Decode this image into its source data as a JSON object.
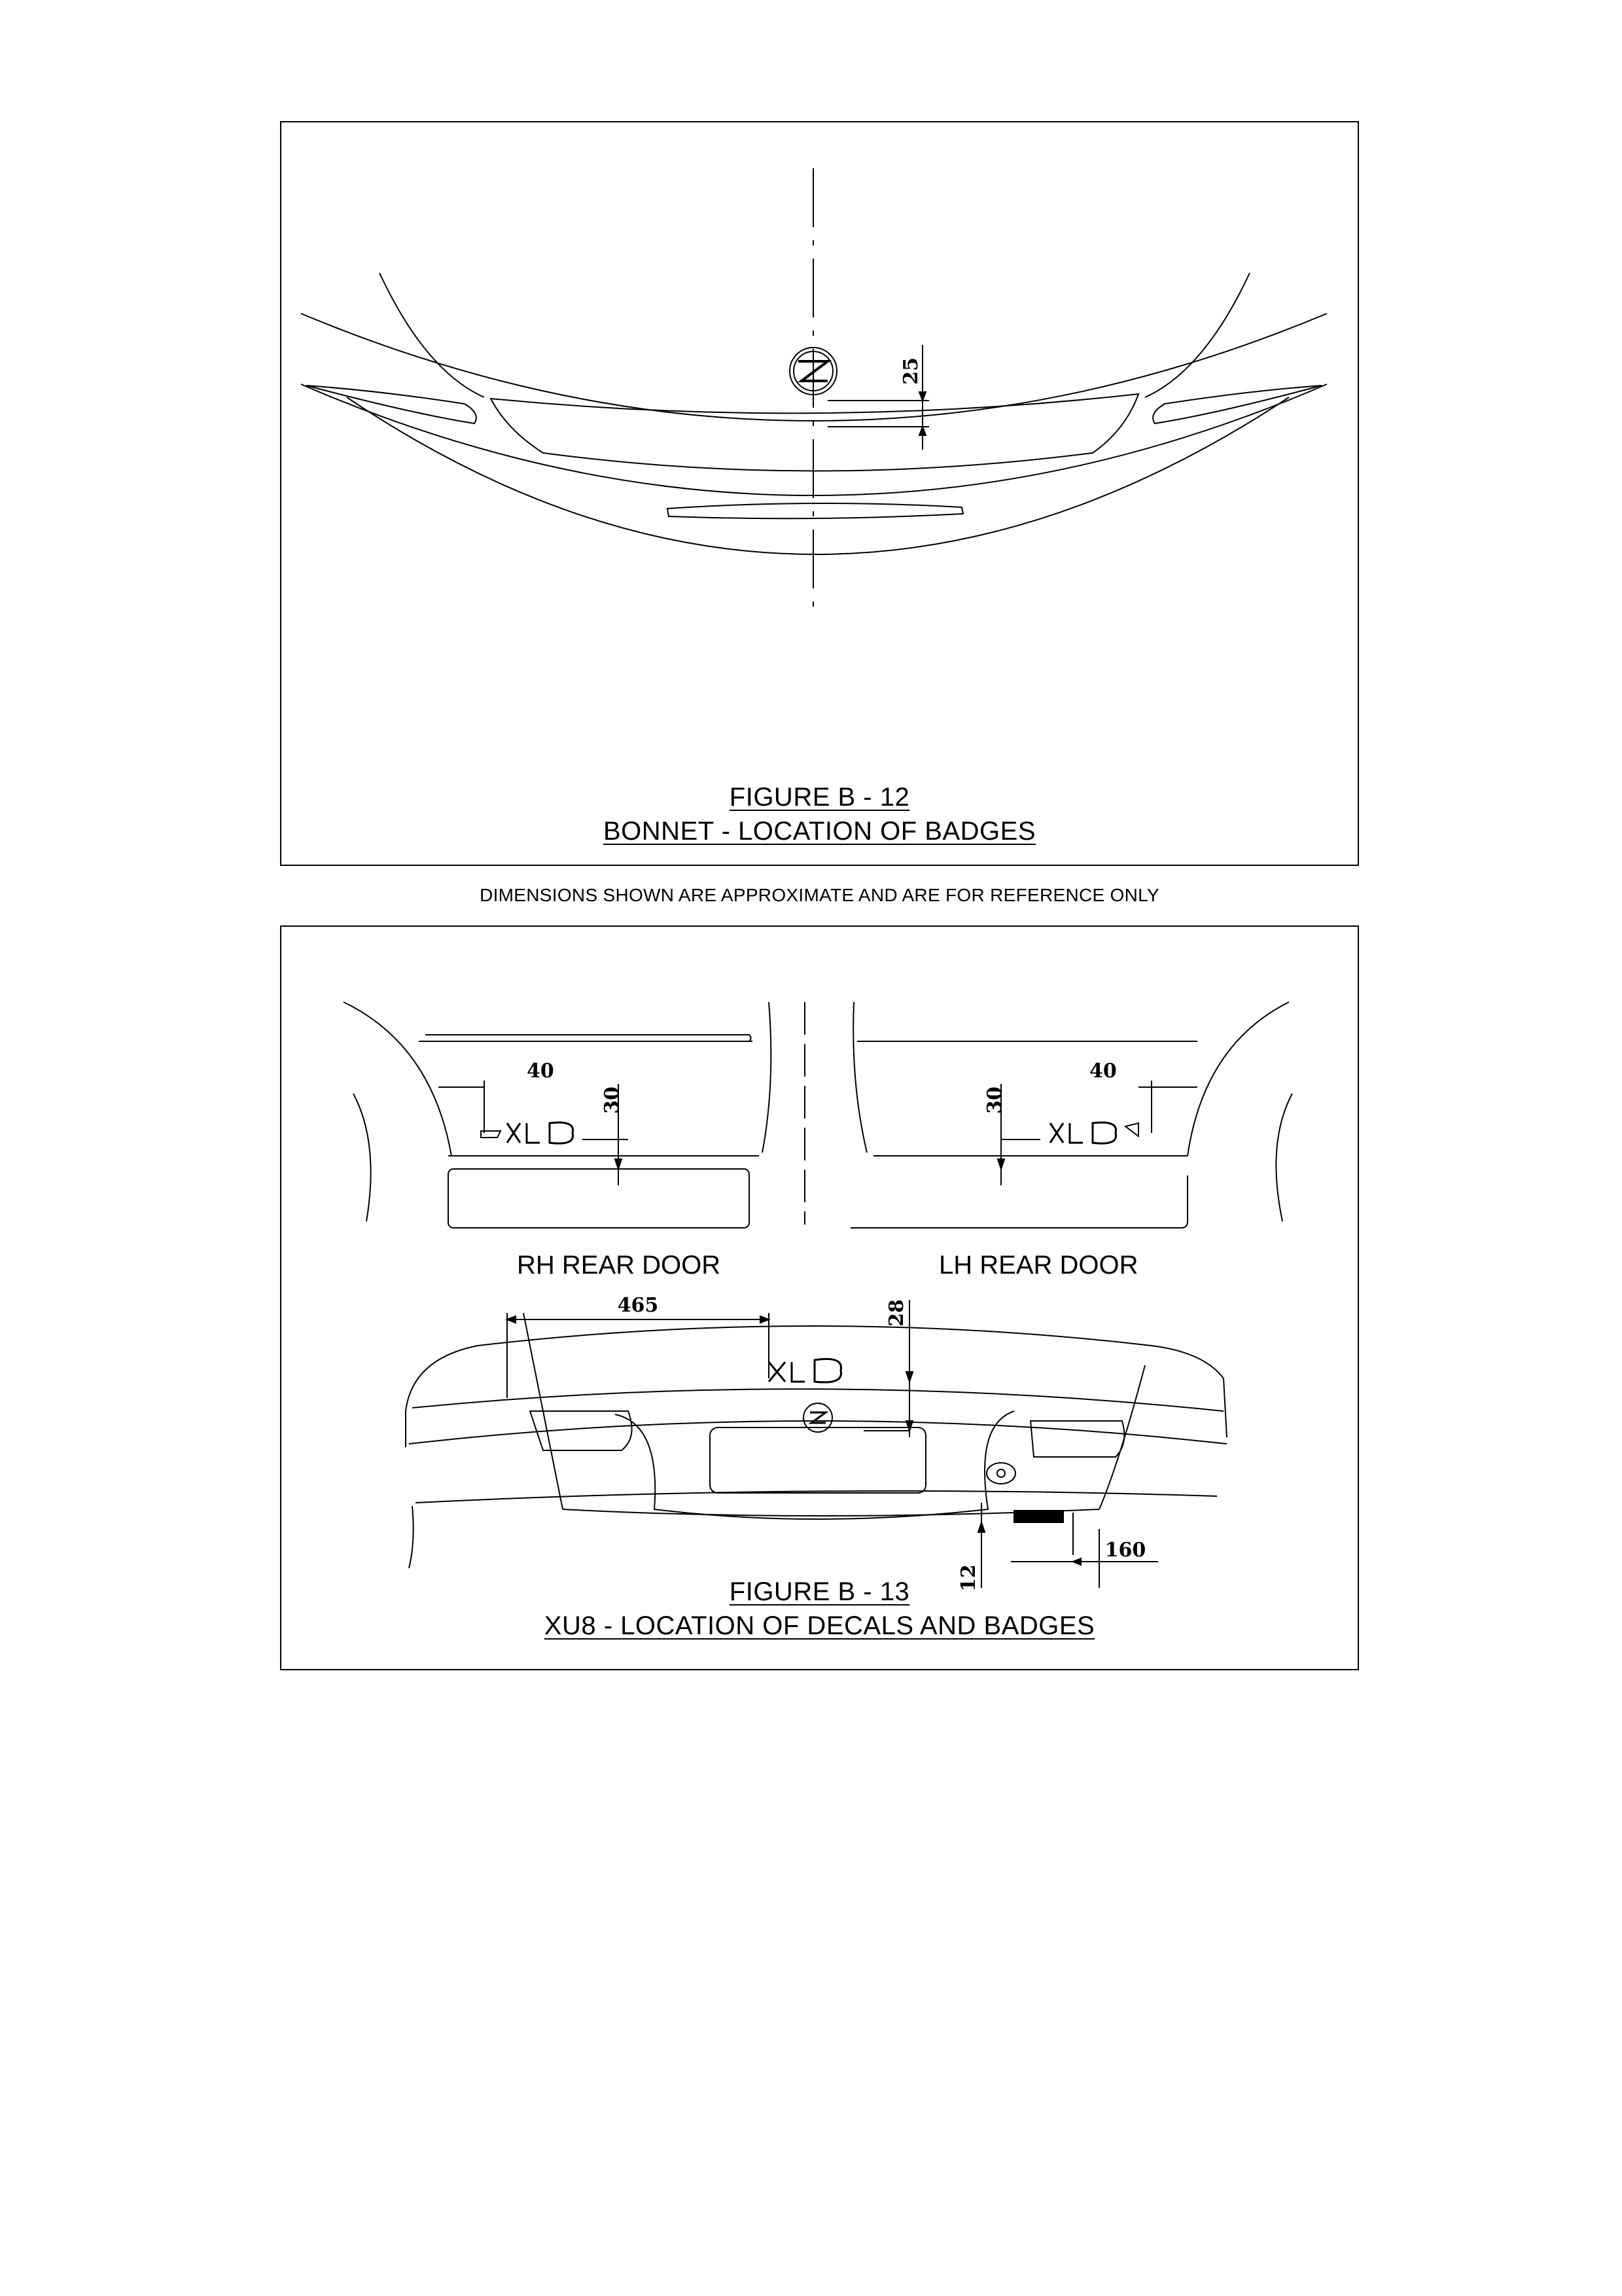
{
  "figure_b12": {
    "title": "FIGURE B - 12",
    "subtitle": "BONNET - LOCATION OF BADGES",
    "dimension": "25"
  },
  "note": "DIMENSIONS SHOWN ARE APPROXIMATE AND ARE FOR REFERENCE ONLY",
  "figure_b13": {
    "title": "FIGURE B - 13",
    "subtitle": "XU8 - LOCATION OF DECALS AND BADGES",
    "rh_door": {
      "label": "RH REAR DOOR",
      "dim_horizontal": "40",
      "dim_vertical": "30"
    },
    "lh_door": {
      "label": "LH REAR DOOR",
      "dim_horizontal": "40",
      "dim_vertical": "30"
    },
    "boot": {
      "dim_offset": "465",
      "dim_height": "28",
      "dim_bottom": "12",
      "dim_side": "160"
    }
  }
}
